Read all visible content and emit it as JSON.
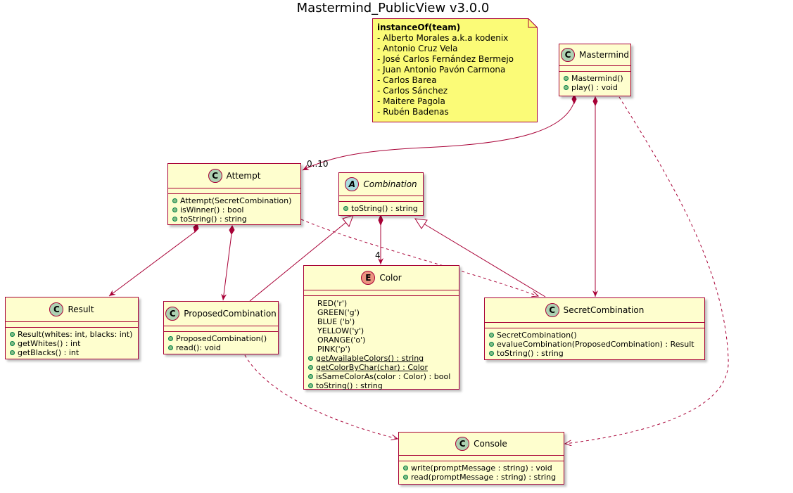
{
  "title": "Mastermind_PublicView v3.0.0",
  "note": {
    "heading": "instanceOf(team)",
    "lines": [
      "- Alberto Morales a.k.a kodenix",
      "- Antonio Cruz Vela",
      "- José Carlos Fernández Bermejo",
      "- Juan Antonio Pavón Carmona",
      "- Carlos Barea",
      "- Carlos Sánchez",
      "- Maitere Pagola",
      "- Rubén Badenas"
    ]
  },
  "classes": {
    "mastermind": {
      "badge": "C",
      "name": "Mastermind",
      "methods": [
        "Mastermind()",
        "play() : void"
      ]
    },
    "attempt": {
      "badge": "C",
      "name": "Attempt",
      "methods": [
        "Attempt(SecretCombination)",
        "isWinner() : bool",
        "toString() : string"
      ]
    },
    "combination": {
      "badge": "A",
      "name": "Combination",
      "methods": [
        "toString() : string"
      ]
    },
    "result": {
      "badge": "C",
      "name": "Result",
      "methods": [
        "Result(whites: int, blacks: int)",
        "getWhites() : int",
        "getBlacks() : int"
      ]
    },
    "proposed": {
      "badge": "C",
      "name": "ProposedCombination",
      "methods": [
        "ProposedCombination()",
        "read(): void"
      ]
    },
    "color": {
      "badge": "E",
      "name": "Color",
      "values": [
        "RED('r')",
        "GREEN('g')",
        "BLUE ('b')",
        "YELLOW('y')",
        "ORANGE('o')",
        "PINK('p')"
      ],
      "methods": [
        "getAvailableColors() : string",
        "getColorByChar(char) : Color",
        "isSameColorAs(color : Color) : bool",
        "toString() : string"
      ]
    },
    "secret": {
      "badge": "C",
      "name": "SecretCombination",
      "methods": [
        "SecretCombination()",
        "evalueCombination(ProposedCombination) : Result",
        "toString() : string"
      ]
    },
    "console": {
      "badge": "C",
      "name": "Console",
      "methods": [
        "write(promptMessage : string) : void",
        "read(promptMessage : string) : string"
      ]
    }
  },
  "labels": {
    "attempt_mult": "0..10",
    "color_mult": "4"
  },
  "colors": {
    "border": "#a80036",
    "fill": "#fefece",
    "note_fill": "#fbfb77"
  }
}
